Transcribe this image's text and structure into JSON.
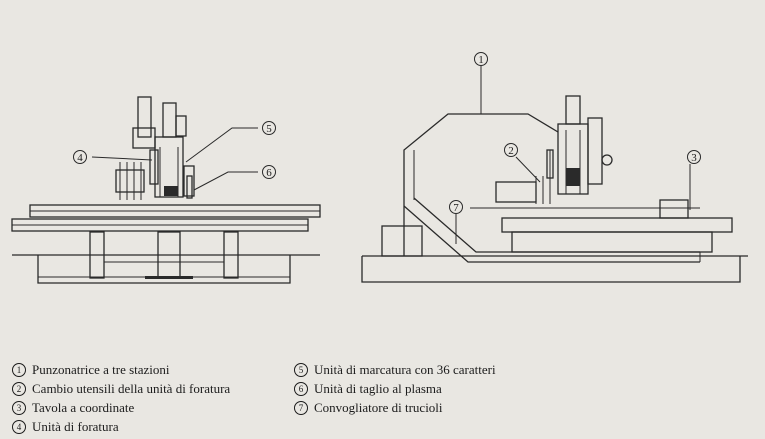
{
  "callouts": {
    "c1": "1",
    "c2": "2",
    "c3": "3",
    "c4": "4",
    "c5": "5",
    "c6": "6",
    "c7": "7"
  },
  "legend": {
    "left": [
      {
        "num": "1",
        "text": "Punzonatrice a tre stazioni"
      },
      {
        "num": "2",
        "text": "Cambio utensili della unità di foratura"
      },
      {
        "num": "3",
        "text": "Tavola a coordinate"
      },
      {
        "num": "4",
        "text": "Unità di foratura"
      }
    ],
    "right": [
      {
        "num": "5",
        "text": "Unità di marcatura con 36 caratteri"
      },
      {
        "num": "6",
        "text": "Unità di taglio al plasma"
      },
      {
        "num": "7",
        "text": "Convogliatore di trucioli"
      }
    ]
  }
}
